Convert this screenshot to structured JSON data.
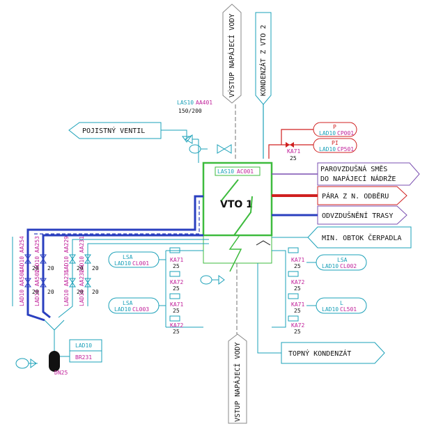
{
  "colors": {
    "green": "#3dbb3d",
    "cyan": "#1aa0b8",
    "red": "#d02020",
    "blue": "#2a3fbf",
    "purple": "#7a4fb0",
    "magenta": "#c0209a",
    "grey": "#888888"
  },
  "vessel": {
    "title": "VTO 1",
    "tag_prefix": "LAS10",
    "tag_code": "AC001"
  },
  "arrows": {
    "vystup_top": "VÝSTUP NAPÁJECÍ VODY",
    "kondenzat_vto2": "KONDENZÁT Z VTO 2",
    "pojistny": "POJISTNÝ VENTIL",
    "parovzdusna_1": "PAROVZDUŠNÁ SMĚS",
    "parovzdusna_2": "DO NAPÁJECÍ NÁDRŽE",
    "para": "PÁRA Z N. ODBĚRU",
    "odvzdusneni": "ODVZDUŠNĚNÍ TRASY",
    "min_obtok": "MIN. OBTOK ČERPADLA",
    "topny": "TOPNÝ KONDENZÁT",
    "vstup_bottom": "VSTUP NAPÁJECÍ VODY"
  },
  "valve_top": {
    "tag_prefix": "LAS10",
    "tag_code": "AA401",
    "size": "150/200"
  },
  "instruments": {
    "p": {
      "letter": "P",
      "prefix": "LAD10",
      "code": "CP001"
    },
    "pi": {
      "letter": "PI",
      "prefix": "LAD10",
      "code": "CP501"
    },
    "ka71_top": {
      "code": "KA71",
      "size": "25"
    },
    "lsa_left_top": {
      "func": "LSA",
      "prefix": "LAD10",
      "code": "CL001"
    },
    "lsa_left_bot": {
      "func": "LSA",
      "prefix": "LAD10",
      "code": "CL003"
    },
    "lsa_right": {
      "func": "LSA",
      "prefix": "LAD10",
      "code": "CL002"
    },
    "l_right": {
      "func": "L",
      "prefix": "LAD10",
      "code": "CL501"
    },
    "drain": {
      "prefix": "LAD10",
      "code": "BR231",
      "size": "DN25"
    }
  },
  "small_valves": {
    "code_a": "KA71",
    "code_b": "KA72",
    "size": "25"
  },
  "drain_valves": {
    "row1": [
      "LAD10 AA254",
      "LAD10 AA253",
      "LAD10 AA229",
      "LAD10 AA231"
    ],
    "row2": [
      "LAD10 AA504",
      "LAD10 AA502",
      "LAD10 AA235",
      "LAD10 AA232"
    ],
    "size": "20"
  }
}
